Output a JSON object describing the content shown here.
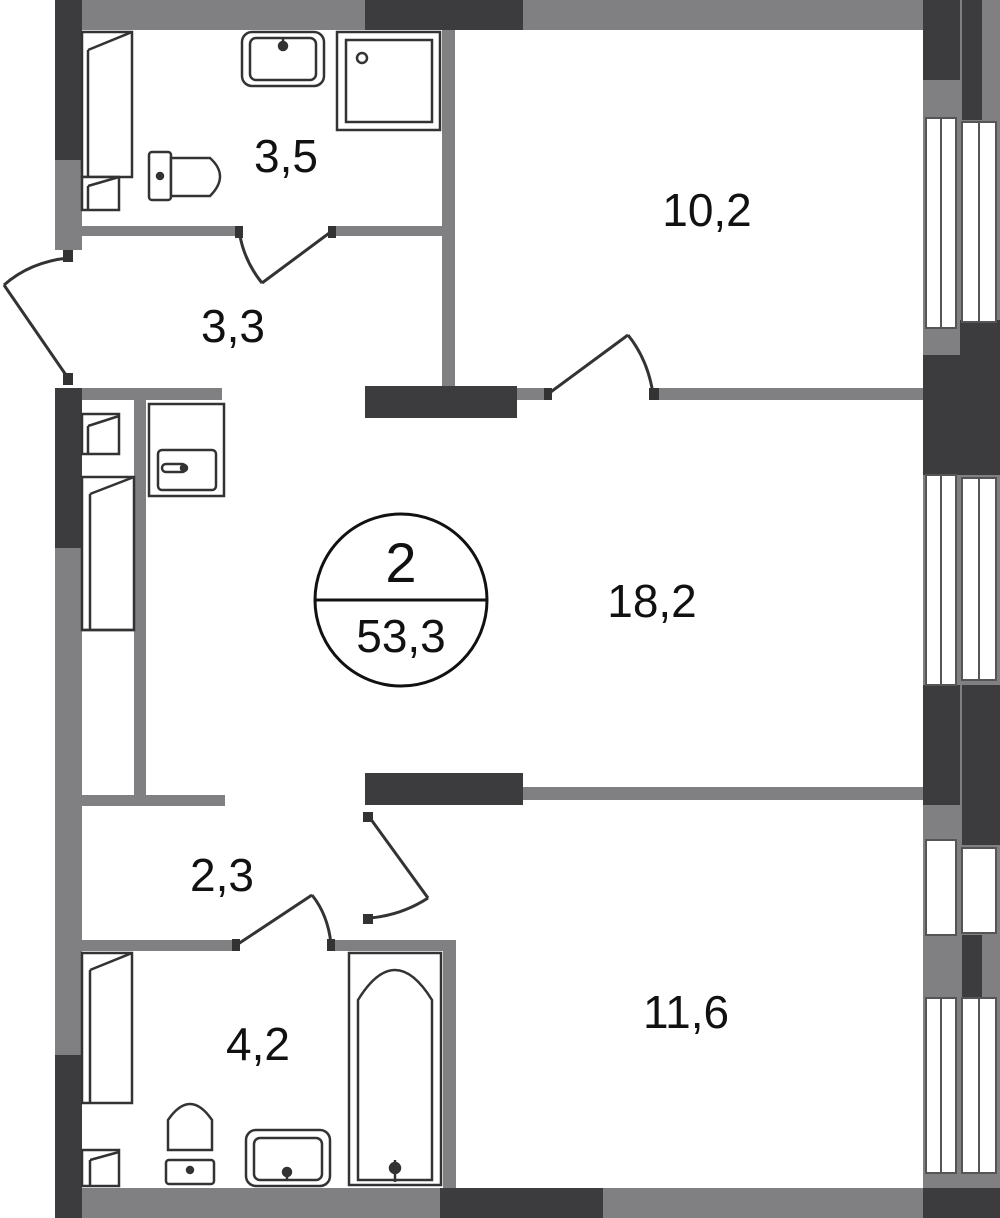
{
  "plan": {
    "rooms_count": "2",
    "total_area": "53,3",
    "rooms": [
      {
        "id": "bathroom-top",
        "area": "3,5"
      },
      {
        "id": "bedroom-top",
        "area": "10,2"
      },
      {
        "id": "hall-top",
        "area": "3,3"
      },
      {
        "id": "living-room",
        "area": "18,2"
      },
      {
        "id": "hall-bottom",
        "area": "2,3"
      },
      {
        "id": "bathroom-bottom",
        "area": "4,2"
      },
      {
        "id": "bedroom-bottom",
        "area": "11,6"
      }
    ]
  },
  "colors": {
    "wall_light": "#808083",
    "wall_dark": "#3c3c3e",
    "fixture_stroke": "#333333",
    "background": "#ffffff"
  }
}
